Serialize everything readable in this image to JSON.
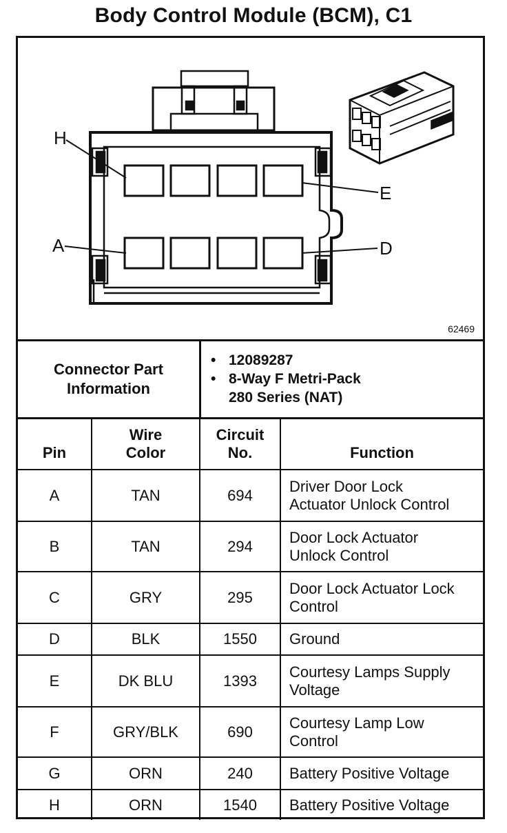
{
  "title": "Body Control Module (BCM), C1",
  "diagram": {
    "figure_number": "62469",
    "labels": {
      "H": "H",
      "E": "E",
      "A": "A",
      "D": "D"
    }
  },
  "connector_info": {
    "heading_line1": "Connector Part",
    "heading_line2": "Information",
    "bullet": "•",
    "part_number": "12089287",
    "description_line1": "8-Way F Metri-Pack",
    "description_line2": "280 Series (NAT)"
  },
  "table": {
    "headers": {
      "pin": "Pin",
      "wire_line1": "Wire",
      "wire_line2": "Color",
      "circuit_line1": "Circuit",
      "circuit_line2": "No.",
      "function": "Function"
    },
    "rows": [
      {
        "pin": "A",
        "color": "TAN",
        "circuit": "694",
        "function_line1": "Driver Door Lock",
        "function_line2": "Actuator Unlock Control"
      },
      {
        "pin": "B",
        "color": "TAN",
        "circuit": "294",
        "function_line1": "Door Lock Actuator",
        "function_line2": "Unlock Control"
      },
      {
        "pin": "C",
        "color": "GRY",
        "circuit": "295",
        "function_line1": "Door Lock Actuator Lock",
        "function_line2": "Control"
      },
      {
        "pin": "D",
        "color": "BLK",
        "circuit": "1550",
        "function_line1": "Ground",
        "function_line2": ""
      },
      {
        "pin": "E",
        "color": "DK BLU",
        "circuit": "1393",
        "function_line1": "Courtesy Lamps Supply",
        "function_line2": "Voltage"
      },
      {
        "pin": "F",
        "color": "GRY/BLK",
        "circuit": "690",
        "function_line1": "Courtesy Lamp Low",
        "function_line2": "Control"
      },
      {
        "pin": "G",
        "color": "ORN",
        "circuit": "240",
        "function_line1": "Battery Positive Voltage",
        "function_line2": ""
      },
      {
        "pin": "H",
        "color": "ORN",
        "circuit": "1540",
        "function_line1": "Battery Positive Voltage",
        "function_line2": ""
      }
    ]
  }
}
